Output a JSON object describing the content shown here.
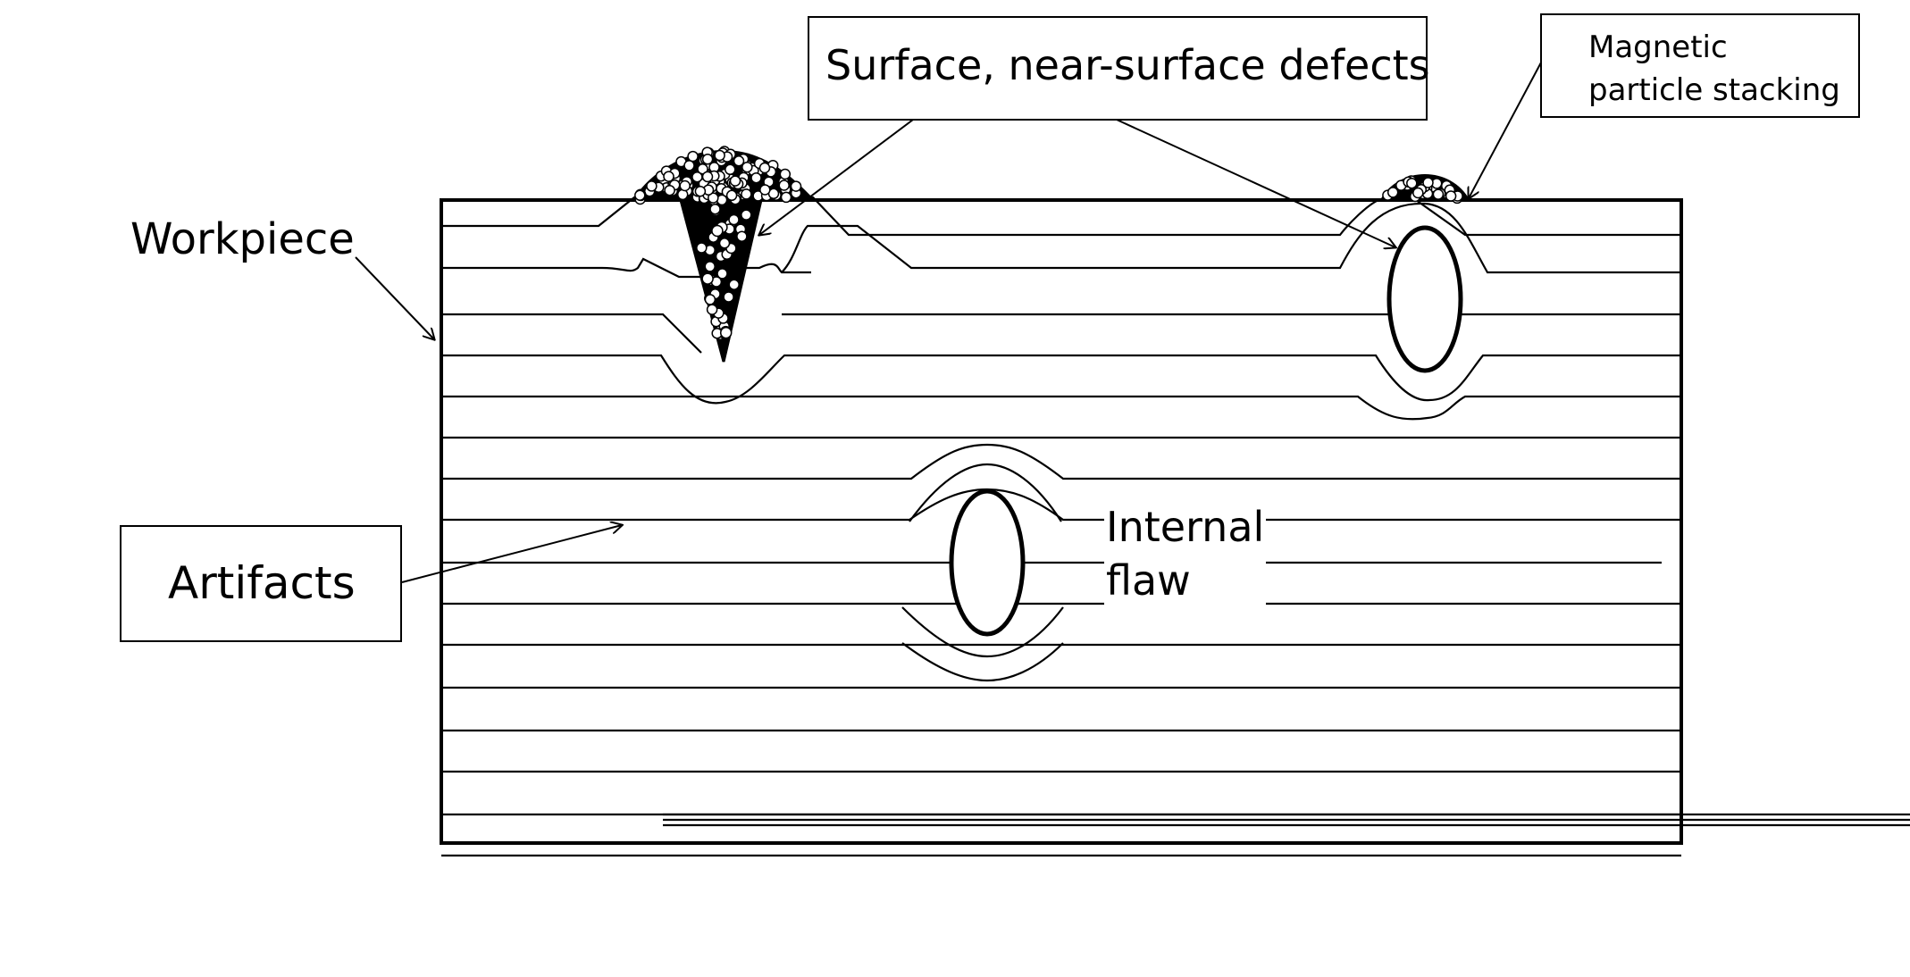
{
  "labels": {
    "surface_defects": "Surface, near-surface defects",
    "magnetic_stacking": "Magnetic particle stacking",
    "workpiece": "Workpiece",
    "artifacts": "Artifacts",
    "internal_flaw_line1": "Internal",
    "internal_flaw_line2": "flaw"
  },
  "colors": {
    "line": "#000000",
    "background": "#ffffff",
    "particle": "#ffffff"
  }
}
